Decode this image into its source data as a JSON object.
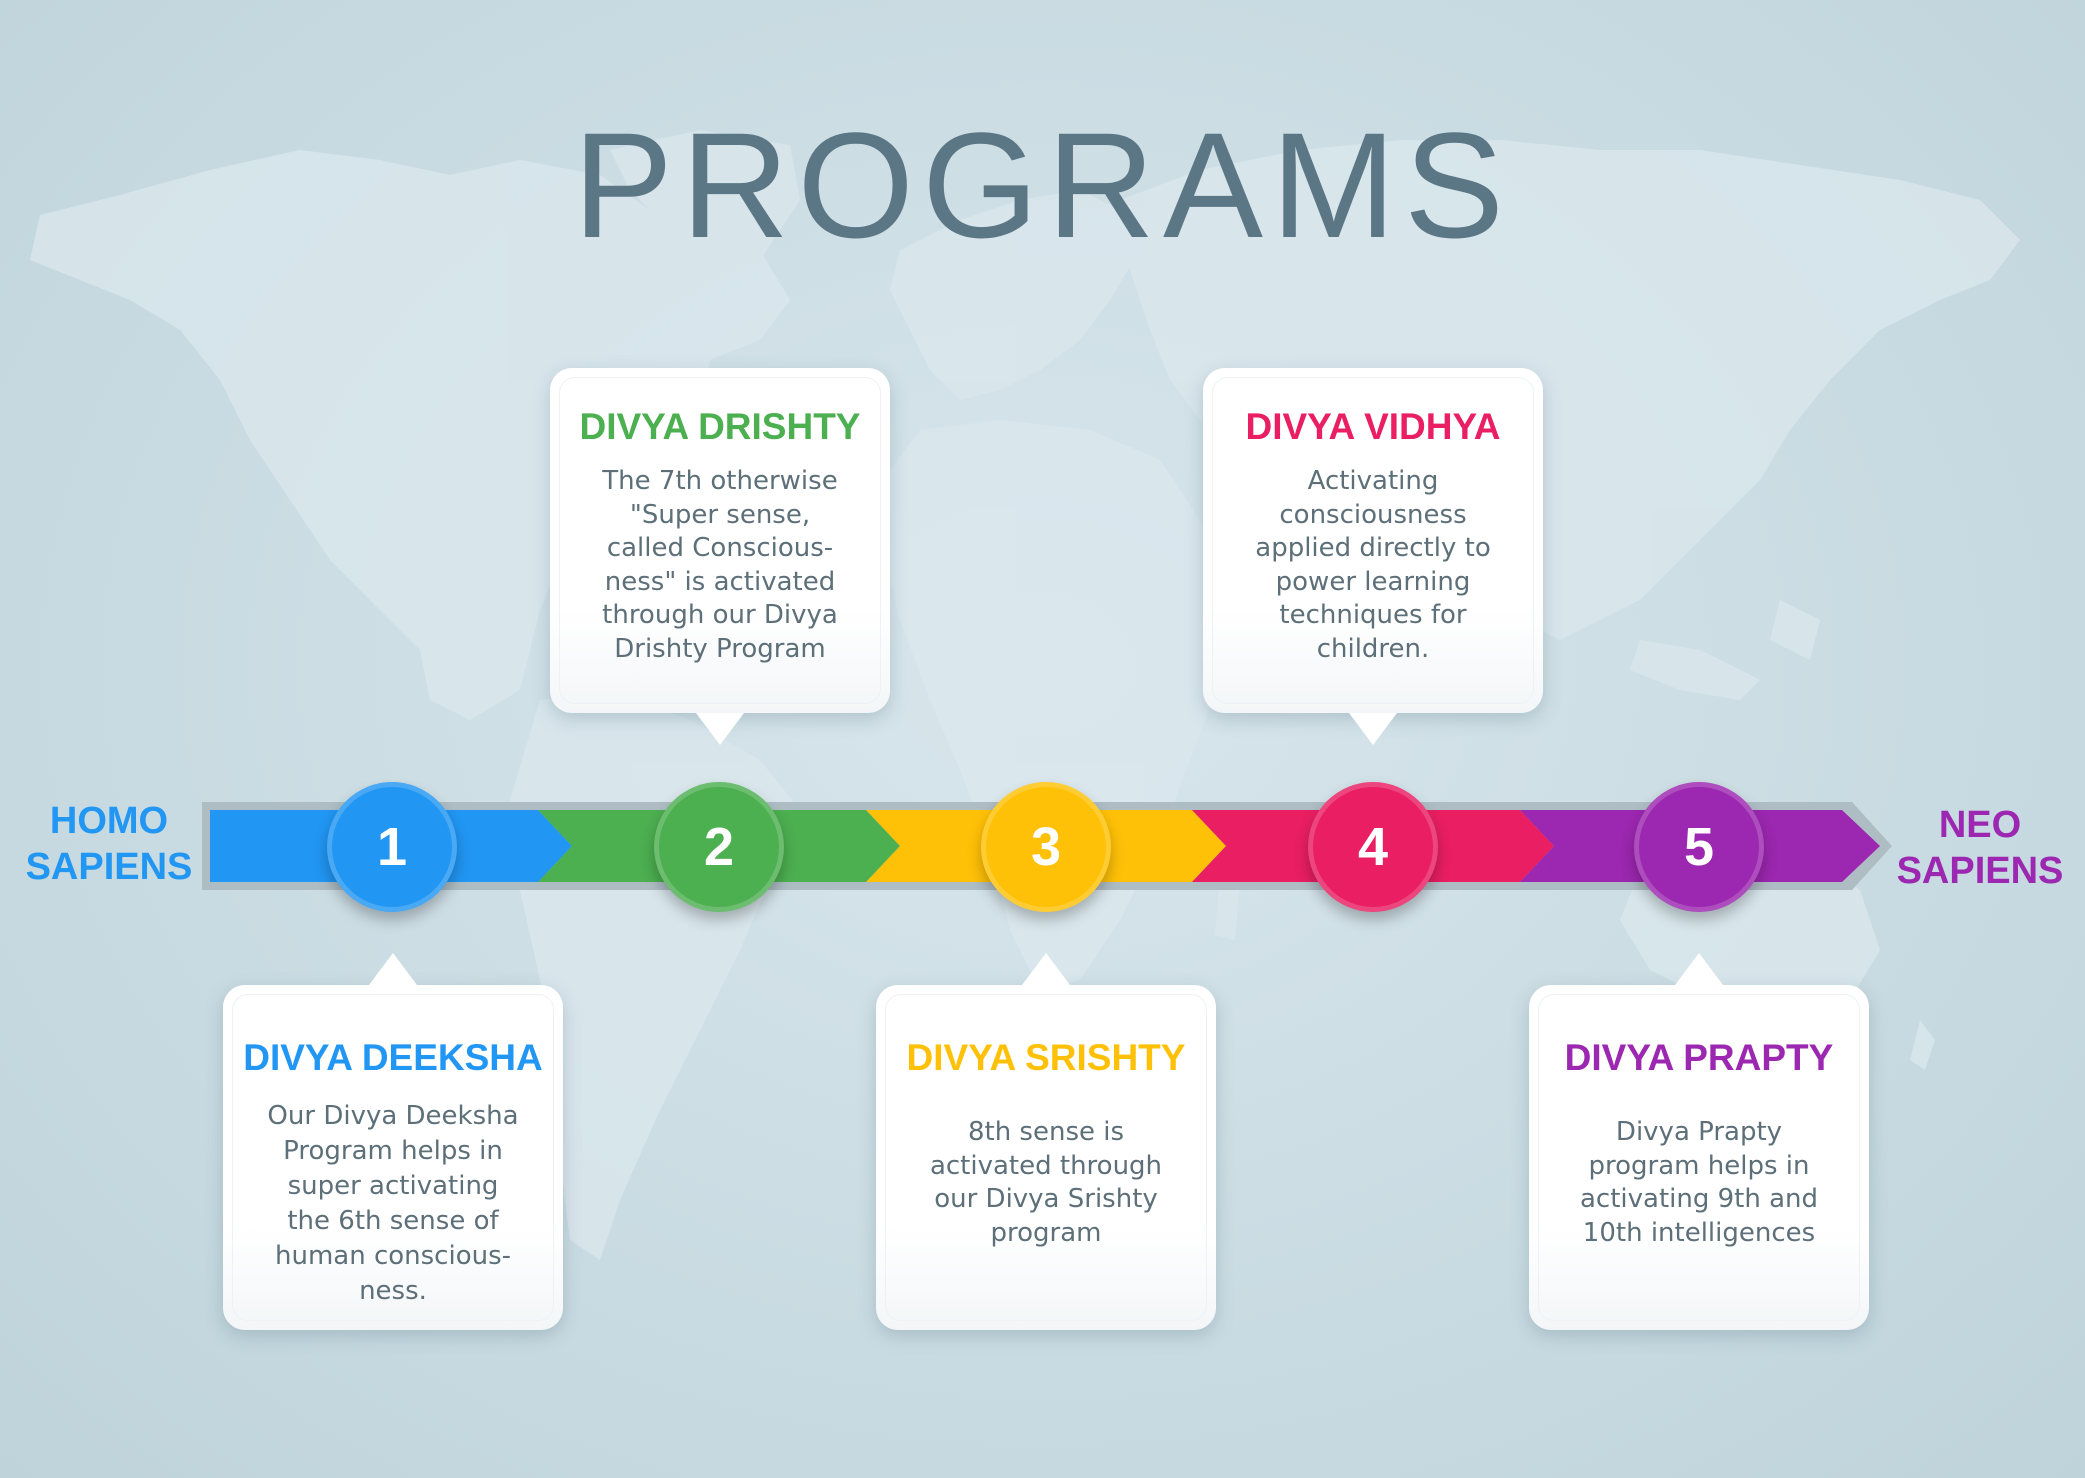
{
  "title": "PROGRAMS",
  "start_label": [
    "HOMO",
    "SAPIENS"
  ],
  "end_label": [
    "NEO",
    "SAPIENS"
  ],
  "colors": {
    "background": "#c9dbe2",
    "title": "#5b7685",
    "stage1": "#2196f3",
    "stage2": "#4caf50",
    "stage3": "#ffc107",
    "stage4": "#e91e63",
    "stage5": "#9c27b0",
    "start_label": "#2196f3",
    "end_label": "#9c27b0"
  },
  "stages": [
    {
      "number": "1",
      "title": "DIVYA DEEKSHA",
      "text": "Our Divya Deeksha Program helps in super activating the 6th sense of human conscious- ness.",
      "lines": [
        "Our Divya Deeksha",
        "Program helps in",
        "super activating",
        "the 6th sense of",
        "human conscious-",
        "ness."
      ]
    },
    {
      "number": "2",
      "title": "DIVYA DRISHTY",
      "text": "The 7th otherwise \"Super sense, called Conscious- ness\" is activated through our Divya Drishty Program",
      "lines": [
        "The 7th otherwise",
        "\"Super sense,",
        "called Conscious-",
        "ness\" is activated",
        "through our Divya",
        "Drishty Program"
      ]
    },
    {
      "number": "3",
      "title": "DIVYA SRISHTY",
      "text": "8th sense is activated through our Divya Srishty program",
      "lines": [
        "8th sense is",
        "activated through",
        "our Divya Srishty",
        "program"
      ]
    },
    {
      "number": "4",
      "title": "DIVYA VIDHYA",
      "text": "Activating consciousness applied directly to power learning techniques for children.",
      "lines": [
        "Activating",
        "consciousness",
        "applied directly to",
        "power learning",
        "techniques for",
        "children."
      ]
    },
    {
      "number": "5",
      "title": "DIVYA PRAPTY",
      "text": "Divya Prapty program helps in activating 9th and 10th intelligences",
      "lines": [
        "Divya Prapty",
        "program helps in",
        "activating 9th and",
        "10th intelligences"
      ]
    }
  ]
}
